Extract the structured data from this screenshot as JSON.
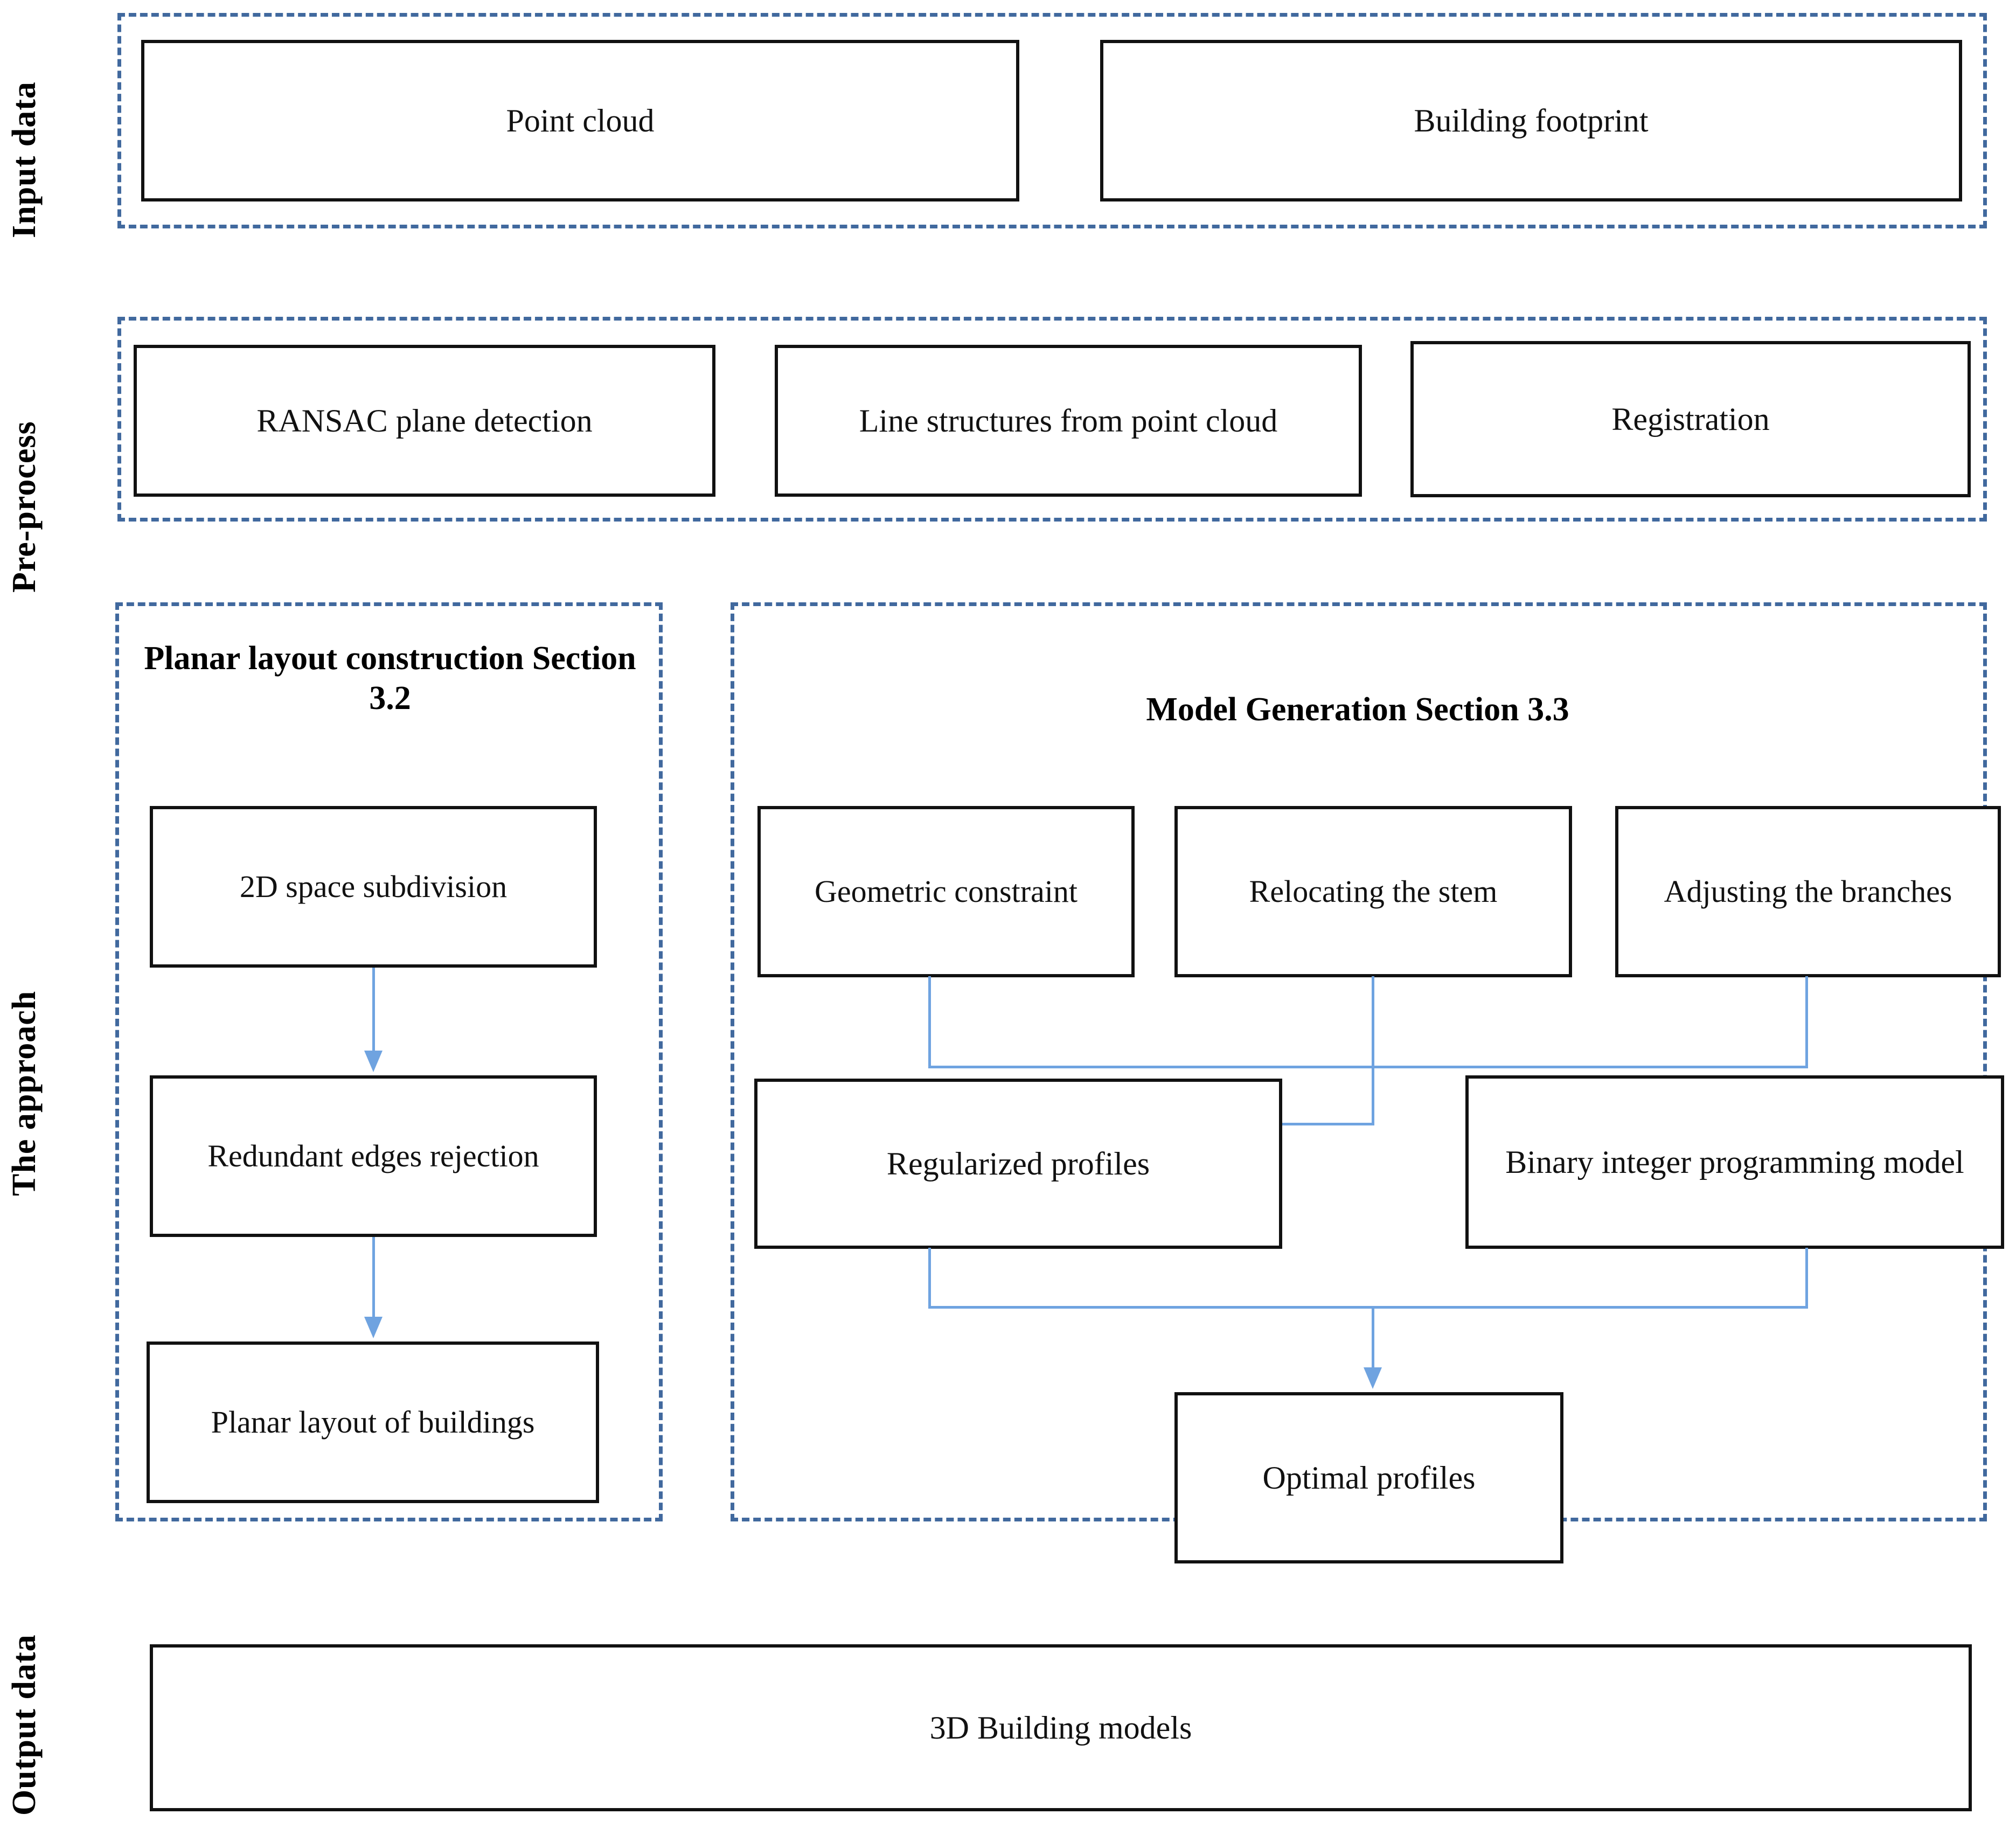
{
  "figure": {
    "type": "flowchart",
    "description": "Workflow diagram for 3D building model reconstruction from point cloud and building footprint"
  },
  "bands": [
    {
      "id": "input-data",
      "label": "Input data"
    },
    {
      "id": "pre-process",
      "label": "Pre-process"
    },
    {
      "id": "the-approach",
      "label": "The approach"
    },
    {
      "id": "output-data",
      "label": "Output data"
    }
  ],
  "input_data": {
    "nodes": [
      {
        "id": "point-cloud",
        "label": "Point cloud"
      },
      {
        "id": "building-footprint",
        "label": "Building footprint"
      }
    ]
  },
  "pre_process": {
    "nodes": [
      {
        "id": "ransac-plane-detection",
        "label": "RANSAC plane detection"
      },
      {
        "id": "line-structures",
        "label": "Line structures from point cloud"
      },
      {
        "id": "registration",
        "label": "Registration"
      }
    ]
  },
  "approach": {
    "planar_layout": {
      "heading": "Planar layout construction Section 3.2",
      "nodes": [
        {
          "id": "2d-space-subdivision",
          "label": "2D space subdivision"
        },
        {
          "id": "redundant-edges-rejection",
          "label": "Redundant edges rejection"
        },
        {
          "id": "planar-layout-of-buildings",
          "label": "Planar layout of buildings"
        }
      ]
    },
    "model_generation": {
      "heading": "Model Generation Section 3.3",
      "nodes": [
        {
          "id": "geometric-constraint",
          "label": "Geometric constraint"
        },
        {
          "id": "relocating-the-stem",
          "label": "Relocating the stem"
        },
        {
          "id": "adjusting-the-branches",
          "label": "Adjusting the branches"
        },
        {
          "id": "regularized-profiles",
          "label": "Regularized profiles"
        },
        {
          "id": "binary-integer-programming-model",
          "label": "Binary integer programming model"
        },
        {
          "id": "optimal-profiles",
          "label": "Optimal profiles"
        }
      ]
    }
  },
  "output_data": {
    "nodes": [
      {
        "id": "3d-building-models",
        "label": "3D Building models"
      }
    ]
  },
  "colors": {
    "dashed_border": "#41699E",
    "node_border": "#111111",
    "connector": "#6FA3E0",
    "background": "#ffffff",
    "text": "#111111"
  }
}
